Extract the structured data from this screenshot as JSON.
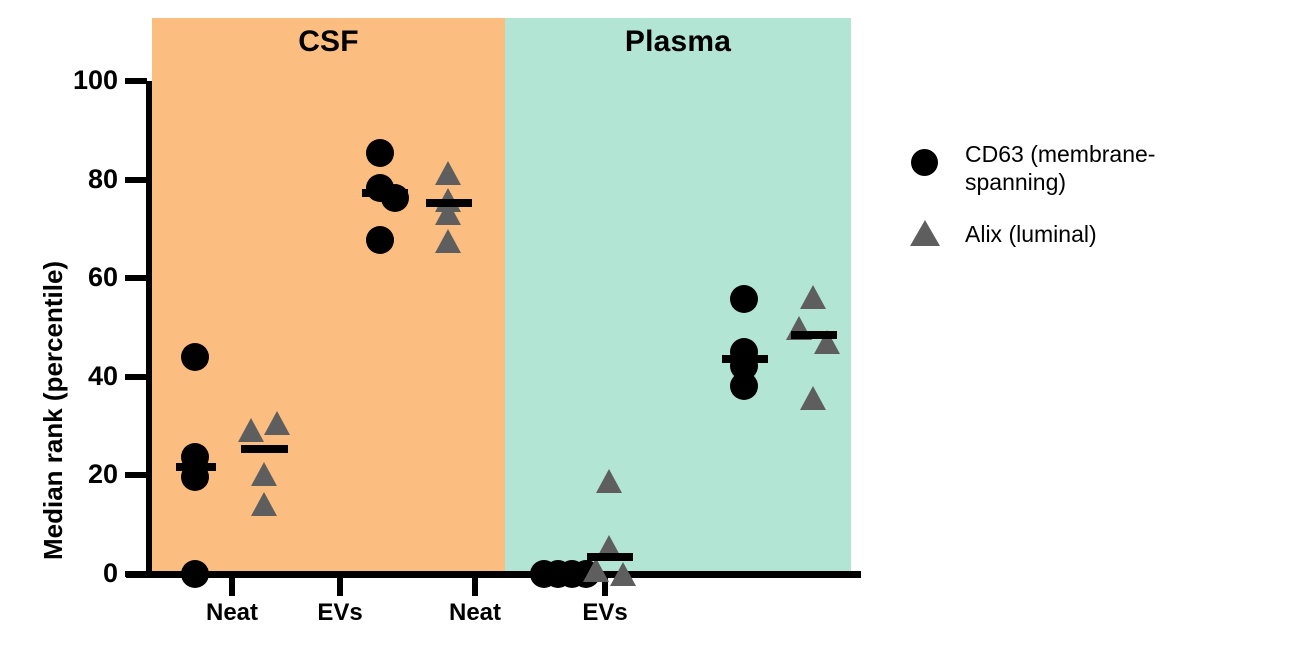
{
  "chart_data": {
    "type": "scatter",
    "title": "",
    "xlabel": "",
    "ylabel": "Median rank (percentile)",
    "ylim": [
      0,
      100
    ],
    "yticks": [
      0,
      20,
      40,
      60,
      80,
      100
    ],
    "grid": false,
    "legend_position": "right",
    "panels": [
      {
        "label": "CSF",
        "color": "#FCBE80"
      },
      {
        "label": "Plasma",
        "color": "#B2E5D4"
      }
    ],
    "x_categories": [
      "Neat",
      "EVs",
      "Neat",
      "EVs"
    ],
    "legend": [
      {
        "name": "CD63 (membrane-\nspanning)",
        "marker": "circle",
        "color": "#000000"
      },
      {
        "name": "Alix (luminal)",
        "marker": "triangle",
        "color": "#5E5E5E"
      }
    ],
    "groups": [
      {
        "panel": "CSF",
        "category": "Neat",
        "series": "CD63 (membrane-spanning)",
        "marker": "circle",
        "color": "#000000",
        "values": [
          44.0,
          23.8,
          19.7,
          0.0
        ],
        "median": 21.8
      },
      {
        "panel": "CSF",
        "category": "Neat",
        "series": "Alix (luminal)",
        "marker": "triangle",
        "color": "#5E5E5E",
        "values": [
          30.6,
          29.3,
          20.2,
          14.1
        ],
        "median": 25.3
      },
      {
        "panel": "CSF",
        "category": "EVs",
        "series": "CD63 (membrane-spanning)",
        "marker": "circle",
        "color": "#000000",
        "values": [
          85.4,
          78.2,
          76.2,
          67.8
        ],
        "median": 77.2
      },
      {
        "panel": "CSF",
        "category": "EVs",
        "series": "Alix (luminal)",
        "marker": "triangle",
        "color": "#5E5E5E",
        "values": [
          81.4,
          75.8,
          73.2,
          67.6
        ],
        "median": 75.2
      },
      {
        "panel": "Plasma",
        "category": "Neat",
        "series": "CD63 (membrane-spanning)",
        "marker": "circle",
        "color": "#000000",
        "values": [
          0.0,
          0.0,
          0.0,
          0.0
        ],
        "median": 0.0
      },
      {
        "panel": "Plasma",
        "category": "Neat",
        "series": "Alix (luminal)",
        "marker": "triangle",
        "color": "#5E5E5E",
        "values": [
          18.8,
          5.4,
          0.9,
          0.0
        ],
        "median": 3.5
      },
      {
        "panel": "Plasma",
        "category": "EVs",
        "series": "CD63 (membrane-spanning)",
        "marker": "circle",
        "color": "#000000",
        "values": [
          55.7,
          45.0,
          42.2,
          38.2
        ],
        "median": 43.6
      },
      {
        "panel": "Plasma",
        "category": "EVs",
        "series": "Alix (luminal)",
        "marker": "triangle",
        "color": "#5E5E5E",
        "values": [
          56.2,
          50.0,
          47.0,
          35.8
        ],
        "median": 48.5
      }
    ]
  },
  "axis": {
    "ytick_labels": [
      "0",
      "20",
      "40",
      "60",
      "80",
      "100"
    ],
    "xtick_labels": [
      "Neat",
      "EVs",
      "Neat",
      "EVs"
    ],
    "ylabel": "Median rank (percentile)"
  },
  "panels": {
    "csf": {
      "label": "CSF",
      "color": "#FCBE80"
    },
    "plasma": {
      "label": "Plasma",
      "color": "#B2E5D4"
    }
  },
  "legend": {
    "items": [
      {
        "label": "CD63 (membrane-\nspanning)",
        "marker": "circle"
      },
      {
        "label": "Alix (luminal)",
        "marker": "triangle"
      }
    ]
  }
}
